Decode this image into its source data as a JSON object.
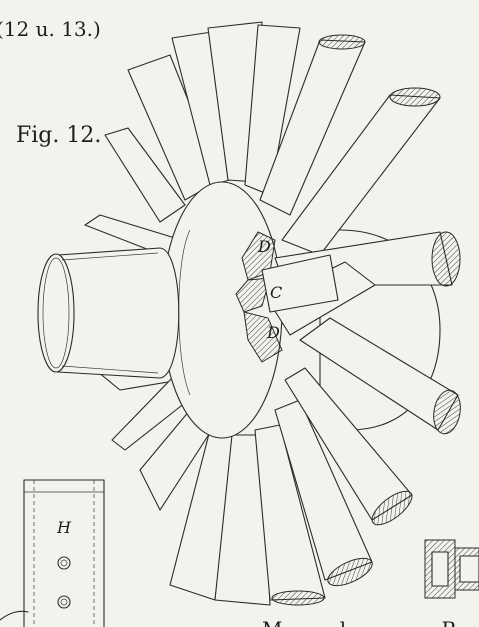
{
  "header": {
    "caption": "(12 u. 13.)"
  },
  "figure": {
    "title": "Fig. 12."
  },
  "part_labels": {
    "upper": "D",
    "middle": "C",
    "lower": "D"
  },
  "side_plate": {
    "label": "H"
  },
  "bottom_caption": "M . . . . l . . . . . . . R",
  "colors": {
    "paper": "#f4f2ec",
    "ink": "#2b2b2b"
  }
}
